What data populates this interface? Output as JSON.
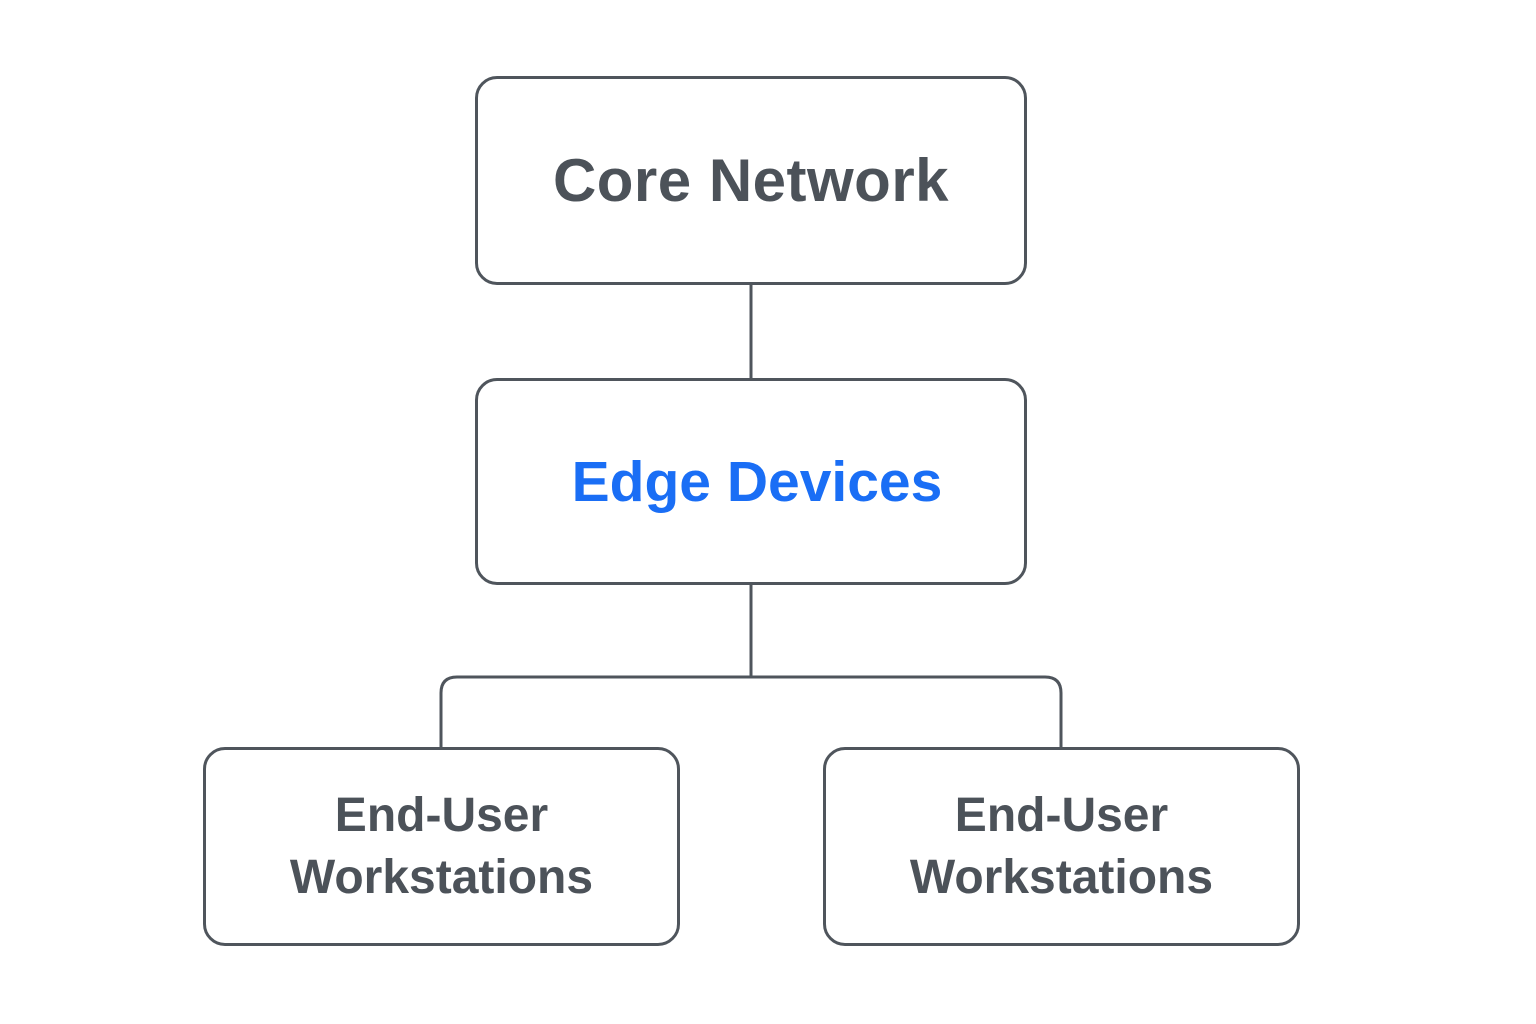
{
  "colors": {
    "border": "#4f555c",
    "text": "#4c5259",
    "accent": "#1a6ef5",
    "background": "#ffffff"
  },
  "nodes": {
    "core": {
      "label": "Core Network"
    },
    "edge": {
      "label": "Edge Devices",
      "highlighted": true
    },
    "workstations_left": {
      "line1": "End-User",
      "line2": "Workstations"
    },
    "workstations_right": {
      "line1": "End-User",
      "line2": "Workstations"
    }
  },
  "edges": [
    {
      "from": "core",
      "to": "edge"
    },
    {
      "from": "edge",
      "to": "workstations_left"
    },
    {
      "from": "edge",
      "to": "workstations_right"
    }
  ]
}
